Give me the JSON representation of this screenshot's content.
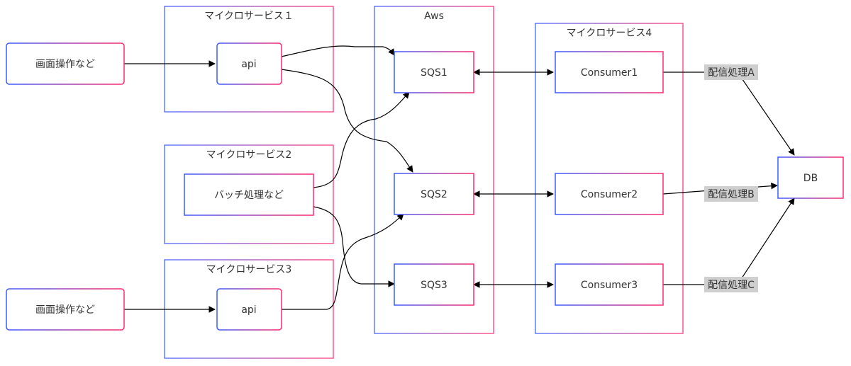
{
  "clusters": {
    "ms1": {
      "title": "マイクロサービス１"
    },
    "ms2": {
      "title": "マイクロサービス2"
    },
    "ms3": {
      "title": "マイクロサービス3"
    },
    "aws": {
      "title": "Aws"
    },
    "ms4": {
      "title": "マイクロサービス4"
    }
  },
  "nodes": {
    "ui1": {
      "label": "画面操作など"
    },
    "ui2": {
      "label": "画面操作など"
    },
    "api1": {
      "label": "api"
    },
    "batch": {
      "label": "バッチ処理など"
    },
    "api3": {
      "label": "api"
    },
    "sqs1": {
      "label": "SQS1"
    },
    "sqs2": {
      "label": "SQS2"
    },
    "sqs3": {
      "label": "SQS3"
    },
    "consumer1": {
      "label": "Consumer1"
    },
    "consumer2": {
      "label": "Consumer2"
    },
    "consumer3": {
      "label": "Consumer3"
    },
    "db": {
      "label": "DB"
    }
  },
  "edge_labels": {
    "a": "配信処理A",
    "b": "配信処理B",
    "c": "配信処理C"
  },
  "colors": {
    "border_gradient_start": "#3a5bff",
    "border_gradient_end": "#ff2a6d",
    "edge_label_bg": "#cfcfcf"
  }
}
